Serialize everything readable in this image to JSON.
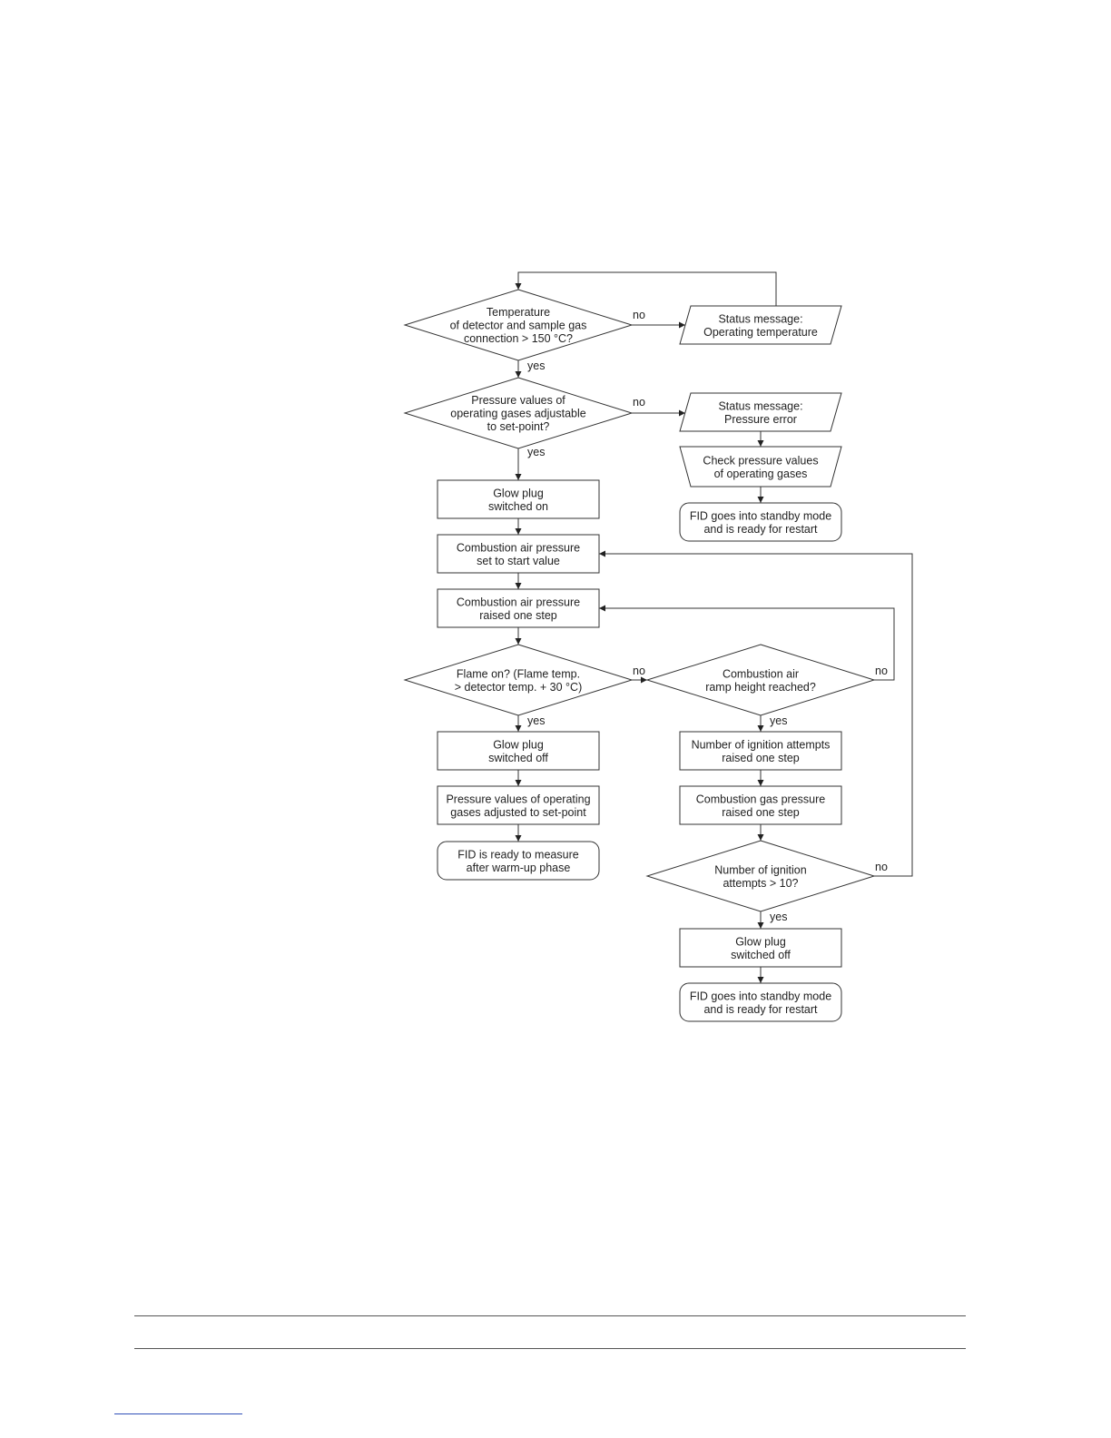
{
  "flowchart": {
    "nodes": {
      "d1": {
        "lines": [
          "Temperature",
          "of detector and sample gas",
          "connection > 150 °C?"
        ]
      },
      "s1": {
        "lines": [
          "Status message:",
          "Operating temperature"
        ]
      },
      "d2": {
        "lines": [
          "Pressure values of",
          "operating gases adjustable",
          "to set-point?"
        ]
      },
      "s2": {
        "lines": [
          "Status message:",
          "Pressure error"
        ]
      },
      "m1": {
        "lines": [
          "Check pressure values",
          "of operating gases"
        ]
      },
      "t1": {
        "lines": [
          "FID goes into standby mode",
          "and is ready for restart"
        ]
      },
      "p1": {
        "lines": [
          "Glow plug",
          "switched on"
        ]
      },
      "p2": {
        "lines": [
          "Combustion air pressure",
          "set to start value"
        ]
      },
      "p3": {
        "lines": [
          "Combustion air pressure",
          "raised one step"
        ]
      },
      "d3": {
        "lines": [
          "Flame on? (Flame temp.",
          "> detector temp. + 30 °C)"
        ]
      },
      "d4": {
        "lines": [
          "Combustion air",
          "ramp height reached?"
        ]
      },
      "p4": {
        "lines": [
          "Glow plug",
          "switched off"
        ]
      },
      "p5": {
        "lines": [
          "Pressure values of operating",
          "gases adjusted to set-point"
        ]
      },
      "t2": {
        "lines": [
          "FID is ready to measure",
          "after warm-up phase"
        ]
      },
      "p6": {
        "lines": [
          "Number of ignition attempts",
          "raised one step"
        ]
      },
      "p7": {
        "lines": [
          "Combustion gas pressure",
          "raised one step"
        ]
      },
      "d5": {
        "lines": [
          "Number of ignition",
          "attempts > 10?"
        ]
      },
      "p8": {
        "lines": [
          "Glow plug",
          "switched off"
        ]
      },
      "t3": {
        "lines": [
          "FID goes into standby mode",
          "and is ready for restart"
        ]
      }
    },
    "edge_labels": {
      "d1_no": "no",
      "d1_yes": "yes",
      "d2_no": "no",
      "d2_yes": "yes",
      "d3_no": "no",
      "d3_yes": "yes",
      "d4_no": "no",
      "d4_yes": "yes",
      "d5_no": "no",
      "d5_yes": "yes"
    }
  }
}
